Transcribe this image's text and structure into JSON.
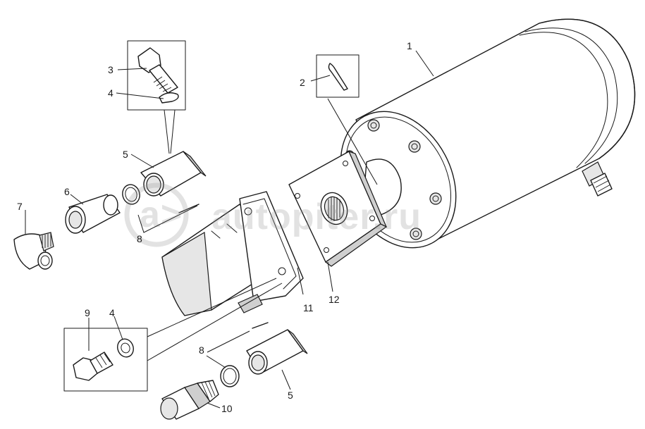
{
  "watermark": {
    "text": "autopiter.ru",
    "symbol": "a>"
  },
  "callouts": [
    {
      "id": "1",
      "label": "1"
    },
    {
      "id": "2",
      "label": "2"
    },
    {
      "id": "3",
      "label": "3"
    },
    {
      "id": "4a",
      "label": "4"
    },
    {
      "id": "5a",
      "label": "5"
    },
    {
      "id": "6",
      "label": "6"
    },
    {
      "id": "7",
      "label": "7"
    },
    {
      "id": "8a",
      "label": "8"
    },
    {
      "id": "9",
      "label": "9"
    },
    {
      "id": "4b",
      "label": "4"
    },
    {
      "id": "8b",
      "label": "8"
    },
    {
      "id": "5b",
      "label": "5"
    },
    {
      "id": "10",
      "label": "10"
    },
    {
      "id": "11",
      "label": "11"
    },
    {
      "id": "12",
      "label": "12"
    }
  ]
}
